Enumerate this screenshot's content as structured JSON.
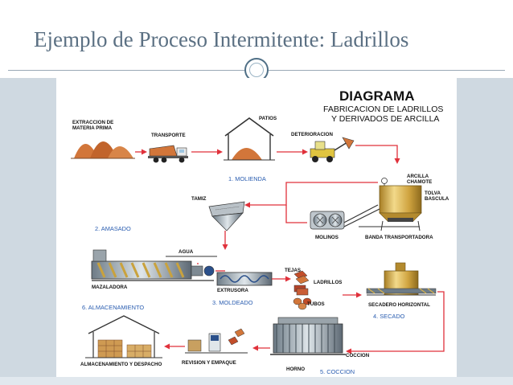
{
  "slide": {
    "title": "Ejemplo de Proceso Intermitente: Ladrillos"
  },
  "diagram": {
    "title": "DIAGRAMA",
    "subtitle_line1": "FABRICACION DE LADRILLOS",
    "subtitle_line2": "Y DERIVADOS DE ARCILLA",
    "labels": {
      "extraccion1": "EXTRACCION DE",
      "extraccion2": "MATERIA PRIMA",
      "transporte": "TRANSPORTE",
      "patios": "PATIOS",
      "deterioracion": "DETERIORACION",
      "arcilla": "ARCILLA",
      "chamote": "CHAMOTE",
      "tolva": "TOLVA",
      "bascula": "BASCULA",
      "tamiz": "TAMIZ",
      "molinos": "MOLINOS",
      "banda": "BANDA TRANSPORTADORA",
      "agua": "AGUA",
      "mezcladora": "MAZALADORA",
      "extrusora": "EXTRUSORA",
      "tejas": "TEJAS",
      "ladrillos": "LADRILLOS",
      "tubos": "TUBOS",
      "secadero": "SECADERO HORIZONTAL",
      "almacenamiento": "ALMACENAMIENTO Y DESPACHO",
      "revision": "REVISION Y EMPAQUE",
      "horno": "HORNO",
      "coccion": "COCCION"
    },
    "steps": {
      "s1": "1. MOLIENDA",
      "s2": "2. AMASADO",
      "s3": "3. MOLDEADO",
      "s4": "4. SECADO",
      "s5": "5. COCCION",
      "s6": "6. ALMACENAMIENTO"
    },
    "colors": {
      "clay": "#d2763a",
      "arrow": "#e0313b",
      "step_text": "#2a5db0",
      "machine_gold": "#d8b24a"
    }
  }
}
